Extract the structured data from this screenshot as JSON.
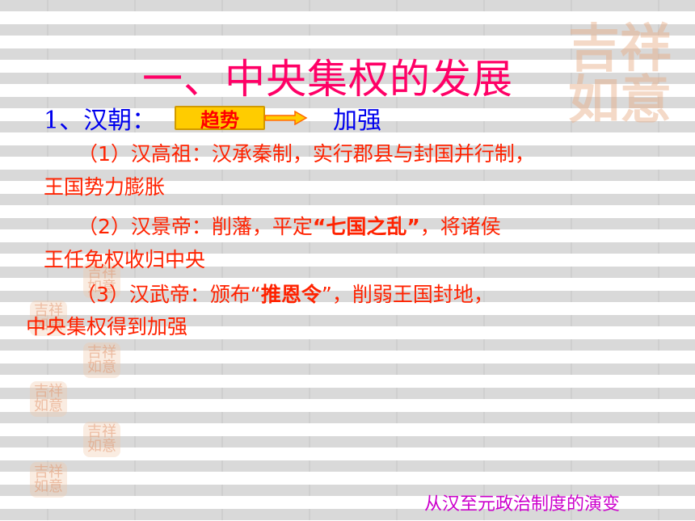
{
  "title": "一、中央集权的发展",
  "section": {
    "label": "1、汉朝：",
    "badge": "趋势",
    "result": "加强"
  },
  "items": [
    {
      "line1": "（1）汉高祖：汉承秦制，实行郡县与封国并行制，",
      "line2": "王国势力膨胀"
    },
    {
      "line1_a": "（2）汉景帝：削藩，平定",
      "line1_b": "“七国之乱”",
      "line1_c": "，将诸侯",
      "line2": "王任免权收归中央"
    },
    {
      "line1_a": "（3）汉武帝：颁布“",
      "line1_b": "推恩令",
      "line1_c": "”，削弱王国封地，",
      "line2": "中央集权得到加强"
    }
  ],
  "footer": "从汉至元政治制度的演变",
  "watermarks": {
    "large": "吉祥如意",
    "small": "吉祥如意"
  },
  "colors": {
    "title": "#ff0066",
    "body": "#ff2200",
    "heading": "#0000ee",
    "badge": "#ffcc00",
    "footer": "#cc00cc"
  }
}
